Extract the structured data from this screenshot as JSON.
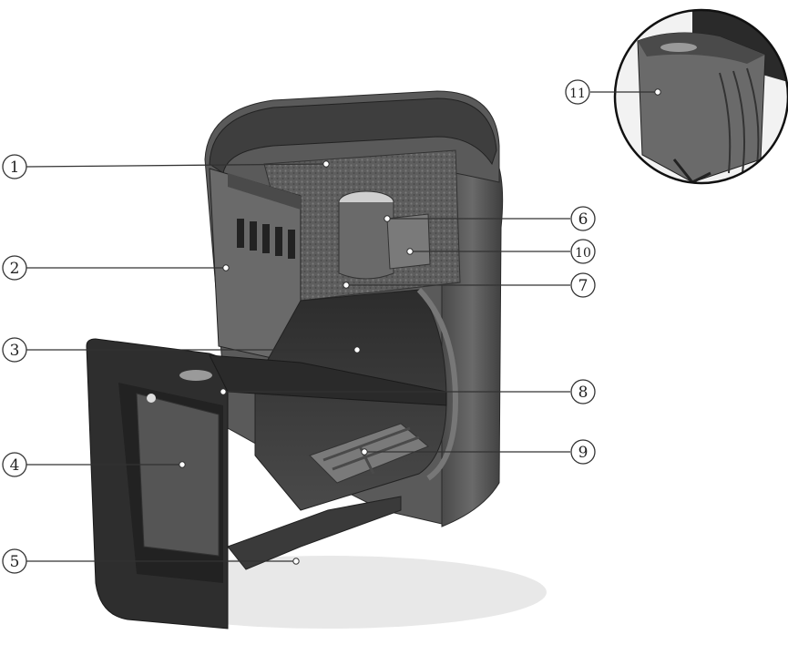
{
  "callouts": [
    {
      "id": "1",
      "label": "1"
    },
    {
      "id": "2",
      "label": "2"
    },
    {
      "id": "3",
      "label": "3"
    },
    {
      "id": "4",
      "label": "4"
    },
    {
      "id": "5",
      "label": "5"
    },
    {
      "id": "6",
      "label": "6"
    },
    {
      "id": "7",
      "label": "7"
    },
    {
      "id": "8",
      "label": "8"
    },
    {
      "id": "9",
      "label": "9"
    },
    {
      "id": "10",
      "label": "10"
    },
    {
      "id": "11",
      "label": "11"
    }
  ],
  "colors": {
    "stove_dark": "#3a3a3a",
    "stove_mid": "#5a5a5a",
    "stove_light": "#8a8a8a",
    "stone_fill": "#6e6e6e",
    "line": "#333333"
  }
}
